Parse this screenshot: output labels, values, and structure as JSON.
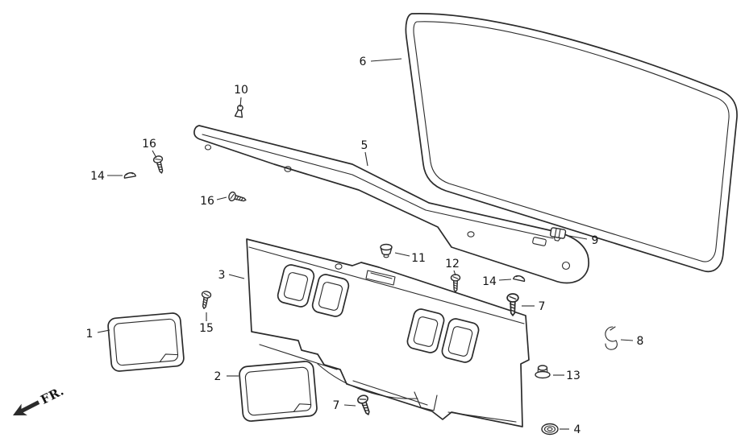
{
  "diagram": {
    "colors": {
      "line": "#2b2b2b",
      "background": "#ffffff"
    },
    "fr_label": "FR.",
    "callouts": [
      {
        "label": "6"
      },
      {
        "label": "10"
      },
      {
        "label": "16"
      },
      {
        "label": "14"
      },
      {
        "label": "16"
      },
      {
        "label": "5"
      },
      {
        "label": "9"
      },
      {
        "label": "11"
      },
      {
        "label": "12"
      },
      {
        "label": "14"
      },
      {
        "label": "3"
      },
      {
        "label": "7"
      },
      {
        "label": "15"
      },
      {
        "label": "1"
      },
      {
        "label": "8"
      },
      {
        "label": "13"
      },
      {
        "label": "2"
      },
      {
        "label": "7"
      },
      {
        "label": "4"
      }
    ]
  }
}
